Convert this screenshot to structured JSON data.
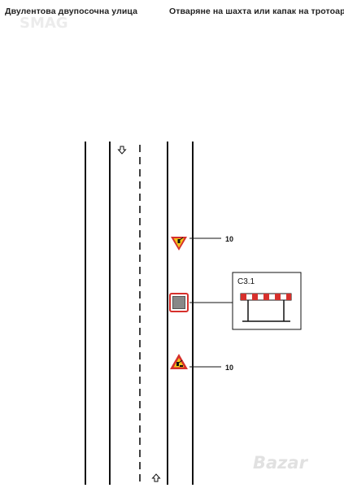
{
  "header": {
    "left_title": "Двулентова двупосочна улица",
    "right_title": "Отваряне на шахта или капак на тротоара"
  },
  "watermarks": {
    "top": "SMAG",
    "bottom": "Bazar"
  },
  "annotations": {
    "top_distance": "10",
    "bottom_distance": "10",
    "barrier_code": "С3.1"
  },
  "colors": {
    "line": "#111111",
    "sign_red": "#d6302c",
    "sign_yellow": "#f4c419",
    "manhole": "#888888"
  },
  "icons": {
    "top_sign": "warning-roadwork-triangle-icon",
    "manhole": "manhole-cover-icon",
    "bottom_sign": "roadwork-triangle-icon",
    "lane_arrow_down": "arrow-down-icon",
    "lane_arrow_up": "arrow-up-icon",
    "barrier": "barrier-c31-icon"
  }
}
